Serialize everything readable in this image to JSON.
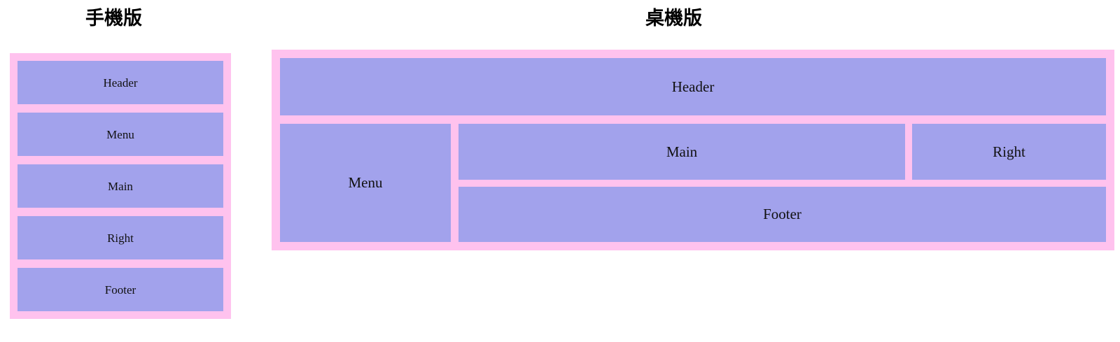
{
  "page": {
    "background": "#ffffff",
    "frame_color": "#ffc2ee",
    "block_color": "#a2a2ec",
    "text_color": "#111111"
  },
  "mobile": {
    "title": "手機版",
    "blocks": [
      {
        "label": "Header"
      },
      {
        "label": "Menu"
      },
      {
        "label": "Main"
      },
      {
        "label": "Right"
      },
      {
        "label": "Footer"
      }
    ]
  },
  "desktop": {
    "title": "桌機版",
    "blocks": {
      "header": "Header",
      "menu": "Menu",
      "main": "Main",
      "right": "Right",
      "footer": "Footer"
    }
  }
}
